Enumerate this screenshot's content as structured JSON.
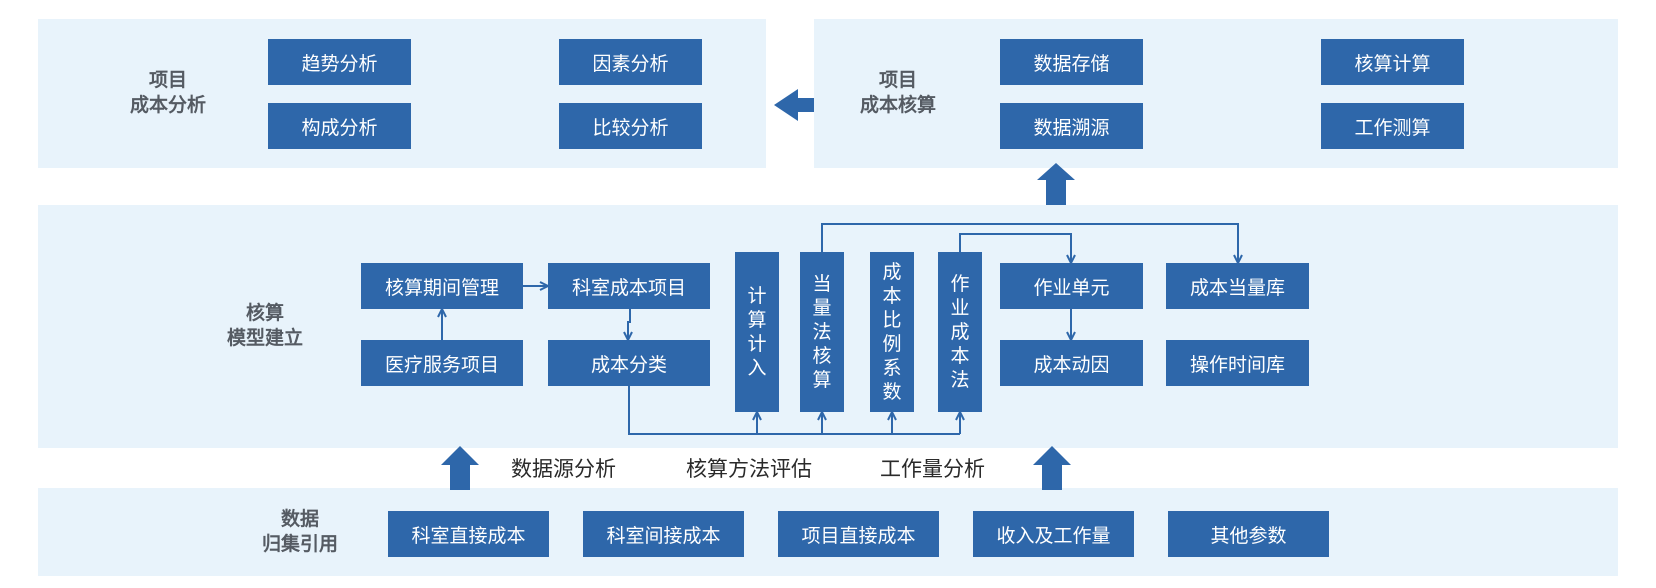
{
  "colors": {
    "panel_bg": "#e8f3fb",
    "box_bg": "#2e67aa",
    "box_text": "#ffffff",
    "label_text": "#555b63",
    "arrow": "#2e67aa"
  },
  "top_left": {
    "label_lines": [
      "项目",
      "成本分析"
    ],
    "boxes": [
      "趋势分析",
      "因素分析",
      "构成分析",
      "比较分析"
    ]
  },
  "top_right": {
    "label_lines": [
      "项目",
      "成本核算"
    ],
    "boxes": [
      "数据存储",
      "核算计算",
      "数据溯源",
      "工作测算"
    ]
  },
  "middle": {
    "label_lines": [
      "核算",
      "模型建立"
    ],
    "boxes": {
      "period_mgmt": "核算期间管理",
      "medical_items": "医疗服务项目",
      "dept_cost_items": "科室成本项目",
      "cost_classification": "成本分类",
      "work_unit": "作业单元",
      "cost_driver": "成本动因",
      "cost_equiv_lib": "成本当量库",
      "op_time_lib": "操作时间库"
    },
    "vertical_boxes": [
      [
        "计",
        "算",
        "计",
        "入"
      ],
      [
        "当",
        "量",
        "法",
        "核",
        "算"
      ],
      [
        "成",
        "本",
        "比",
        "例",
        "系",
        "数"
      ],
      [
        "作",
        "业",
        "成",
        "本",
        "法"
      ]
    ]
  },
  "mid_labels": [
    "数据源分析",
    "核算方法评估",
    "工作量分析"
  ],
  "bottom": {
    "label_lines": [
      "数据",
      "归集引用"
    ],
    "boxes": [
      "科室直接成本",
      "科室间接成本",
      "项目直接成本",
      "收入及工作量",
      "其他参数"
    ]
  }
}
